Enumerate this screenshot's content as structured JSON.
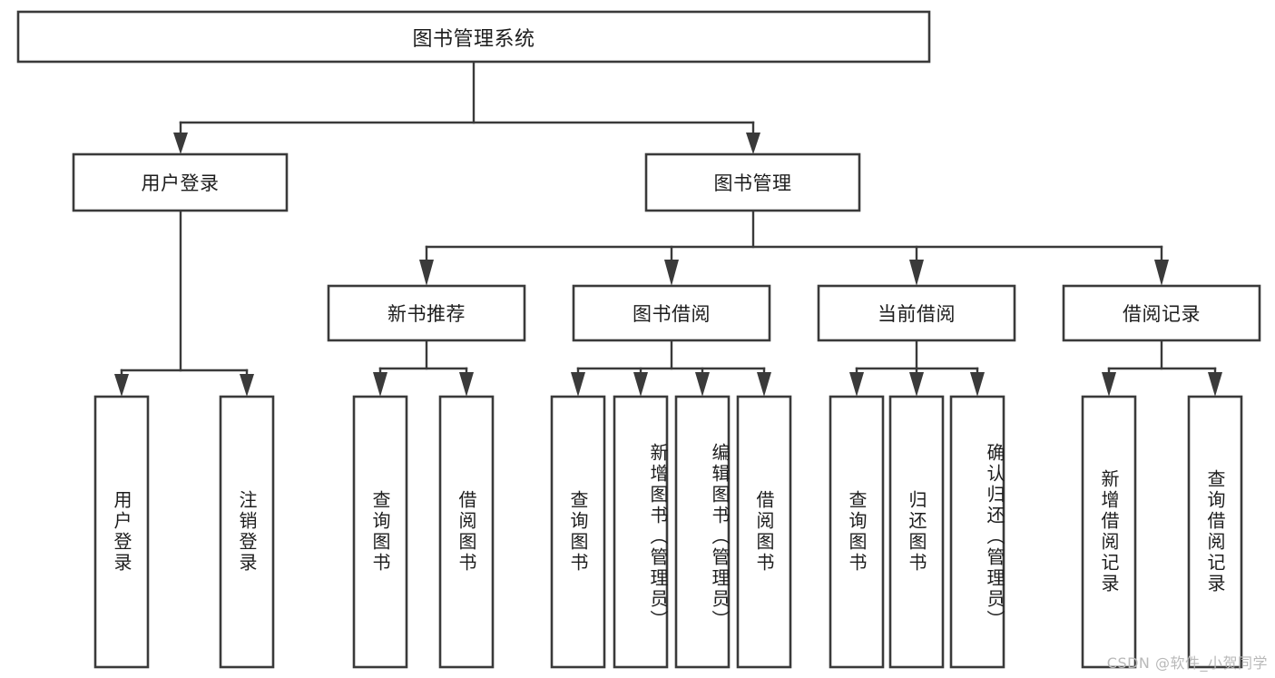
{
  "diagram": {
    "type": "tree",
    "title": "图书管理系统",
    "watermark": "CSDN @软件_小贺同学",
    "colors": {
      "stroke": "#3a3a3a",
      "fill": "#ffffff",
      "text": "#1d1d1d",
      "watermark": "#b9b9b9"
    },
    "levels": {
      "root": {
        "label": "图书管理系统"
      },
      "level2": [
        {
          "id": "user-login",
          "label": "用户登录"
        },
        {
          "id": "book-manage",
          "label": "图书管理"
        }
      ],
      "level3": [
        {
          "id": "new-book-recommend",
          "label": "新书推荐"
        },
        {
          "id": "book-borrow",
          "label": "图书借阅"
        },
        {
          "id": "current-borrow",
          "label": "当前借阅"
        },
        {
          "id": "borrow-record",
          "label": "借阅记录"
        }
      ],
      "leaves": [
        {
          "id": "leaf-user-login",
          "label": "用户登录",
          "parent": "user-login"
        },
        {
          "id": "leaf-user-logout",
          "label": "注销登录",
          "parent": "user-login"
        },
        {
          "id": "leaf-query-book-1",
          "label": "查询图书",
          "parent": "new-book-recommend"
        },
        {
          "id": "leaf-borrow-book-1",
          "label": "借阅图书",
          "parent": "new-book-recommend"
        },
        {
          "id": "leaf-query-book-2",
          "label": "查询图书",
          "parent": "book-borrow"
        },
        {
          "id": "leaf-add-book",
          "label": "新增图书（管理员）",
          "parent": "book-borrow"
        },
        {
          "id": "leaf-edit-book",
          "label": "编辑图书（管理员）",
          "parent": "book-borrow"
        },
        {
          "id": "leaf-borrow-book-2",
          "label": "借阅图书",
          "parent": "book-borrow"
        },
        {
          "id": "leaf-query-book-3",
          "label": "查询图书",
          "parent": "current-borrow"
        },
        {
          "id": "leaf-return-book",
          "label": "归还图书",
          "parent": "current-borrow"
        },
        {
          "id": "leaf-confirm-return",
          "label": "确认归还（管理员）",
          "parent": "current-borrow"
        },
        {
          "id": "leaf-add-record",
          "label": "新增借阅记录",
          "parent": "borrow-record"
        },
        {
          "id": "leaf-query-record",
          "label": "查询借阅记录",
          "parent": "borrow-record"
        }
      ]
    }
  }
}
